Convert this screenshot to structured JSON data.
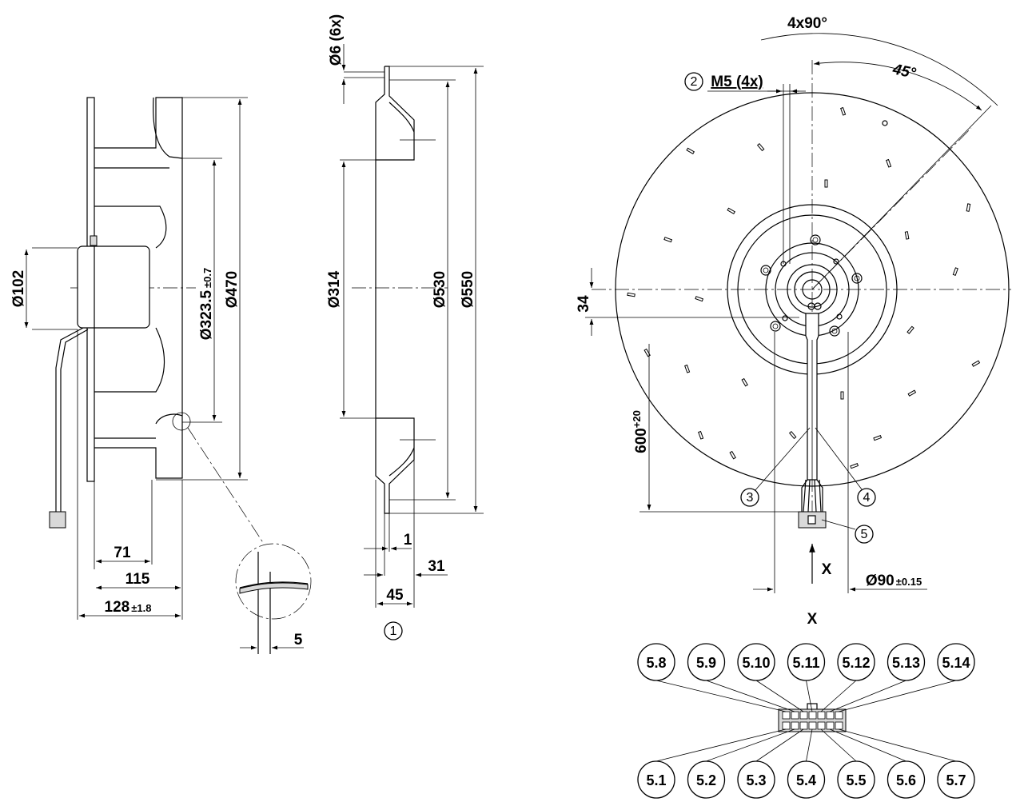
{
  "side_view": {
    "d102": "Ø102",
    "d323": "Ø323.5",
    "d323_tol": "±0.7",
    "d470": "Ø470",
    "l71": "71",
    "l115": "115",
    "l128": "128",
    "l128_tol": "±1.8",
    "l5": "5"
  },
  "ring_view": {
    "holes": "Ø6 (6x)",
    "d314": "Ø314",
    "d530": "Ø530",
    "d550": "Ø550",
    "l1": "1",
    "l31": "31",
    "l45": "45",
    "item1": "1"
  },
  "front_view": {
    "angle_4x90": "4x90°",
    "angle_45": "45°",
    "item2": "2",
    "thread": "M5 (4x)",
    "l34": "34",
    "cable_len": "600",
    "cable_tol": "+20",
    "item3": "3",
    "item4": "4",
    "item5": "5",
    "view_x": "X",
    "d90": "Ø90",
    "d90_tol": "±0.15"
  },
  "connector": {
    "title": "X",
    "top_pins": [
      "5.8",
      "5.9",
      "5.10",
      "5.11",
      "5.12",
      "5.13",
      "5.14"
    ],
    "bottom_pins": [
      "5.1",
      "5.2",
      "5.3",
      "5.4",
      "5.5",
      "5.6",
      "5.7"
    ]
  }
}
